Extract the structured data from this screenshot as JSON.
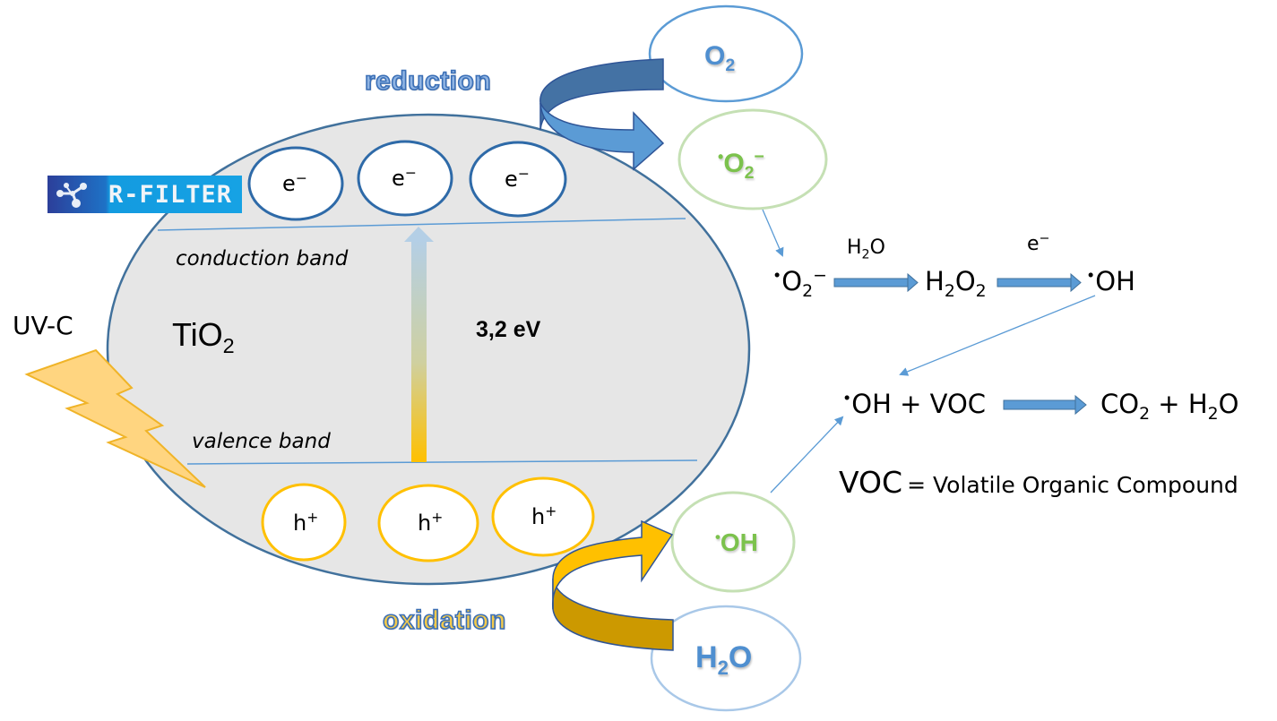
{
  "diagram": {
    "title": "TiO2 photocatalysis mechanism",
    "brand": {
      "name": "R-FILTER",
      "icon": "molecule-icon",
      "color": "#16a2e4"
    },
    "light_source": {
      "label": "UV-C",
      "icon": "lightning-bolt-icon",
      "color": "#ffd580"
    },
    "catalyst": {
      "label_main": "TiO",
      "label_sub": "2",
      "band_gap": "3,2 eV",
      "conduction_band": "conduction band",
      "valence_band": "valence band",
      "fill_color": "#e6e6e6",
      "border_color": "#41719c"
    },
    "electrons": [
      {
        "label": "e",
        "charge": "−"
      },
      {
        "label": "e",
        "charge": "−"
      },
      {
        "label": "e",
        "charge": "−"
      }
    ],
    "holes": [
      {
        "label": "h",
        "charge": "+"
      },
      {
        "label": "h",
        "charge": "+"
      },
      {
        "label": "h",
        "charge": "+"
      }
    ],
    "processes": {
      "reduction": {
        "label": "reduction",
        "color": "#5b9bd5"
      },
      "oxidation": {
        "label": "oxidation",
        "color": "#ffc000"
      }
    },
    "species": {
      "o2": {
        "main": "O",
        "sub": "2"
      },
      "superoxide": {
        "dot": "•",
        "main": "O",
        "sub": "2",
        "sup": "−"
      },
      "hydroxyl": {
        "dot": "•",
        "main": "OH"
      },
      "water": {
        "main": "H",
        "sub": "2",
        "tail": "O"
      }
    },
    "reaction_chain": {
      "start": {
        "dot": "•",
        "main": "O",
        "sub": "2",
        "sup": "−"
      },
      "step1_reagent": {
        "main": "H",
        "sub": "2",
        "tail": "O"
      },
      "intermediate": {
        "a": "H",
        "a_sub": "2",
        "b": "O",
        "b_sub": "2"
      },
      "step2_reagent": {
        "main": "e",
        "sup": "−"
      },
      "product": {
        "dot": "•",
        "main": "OH"
      }
    },
    "final_reaction": {
      "left": {
        "dot": "•",
        "text": "OH + VOC"
      },
      "right": {
        "a": "CO",
        "a_sub": "2",
        "mid": " + H",
        "b_sub": "2",
        "tail": "O"
      }
    },
    "legend": {
      "abbr": "VOC",
      "definition": "= Volatile Organic Compound"
    }
  }
}
